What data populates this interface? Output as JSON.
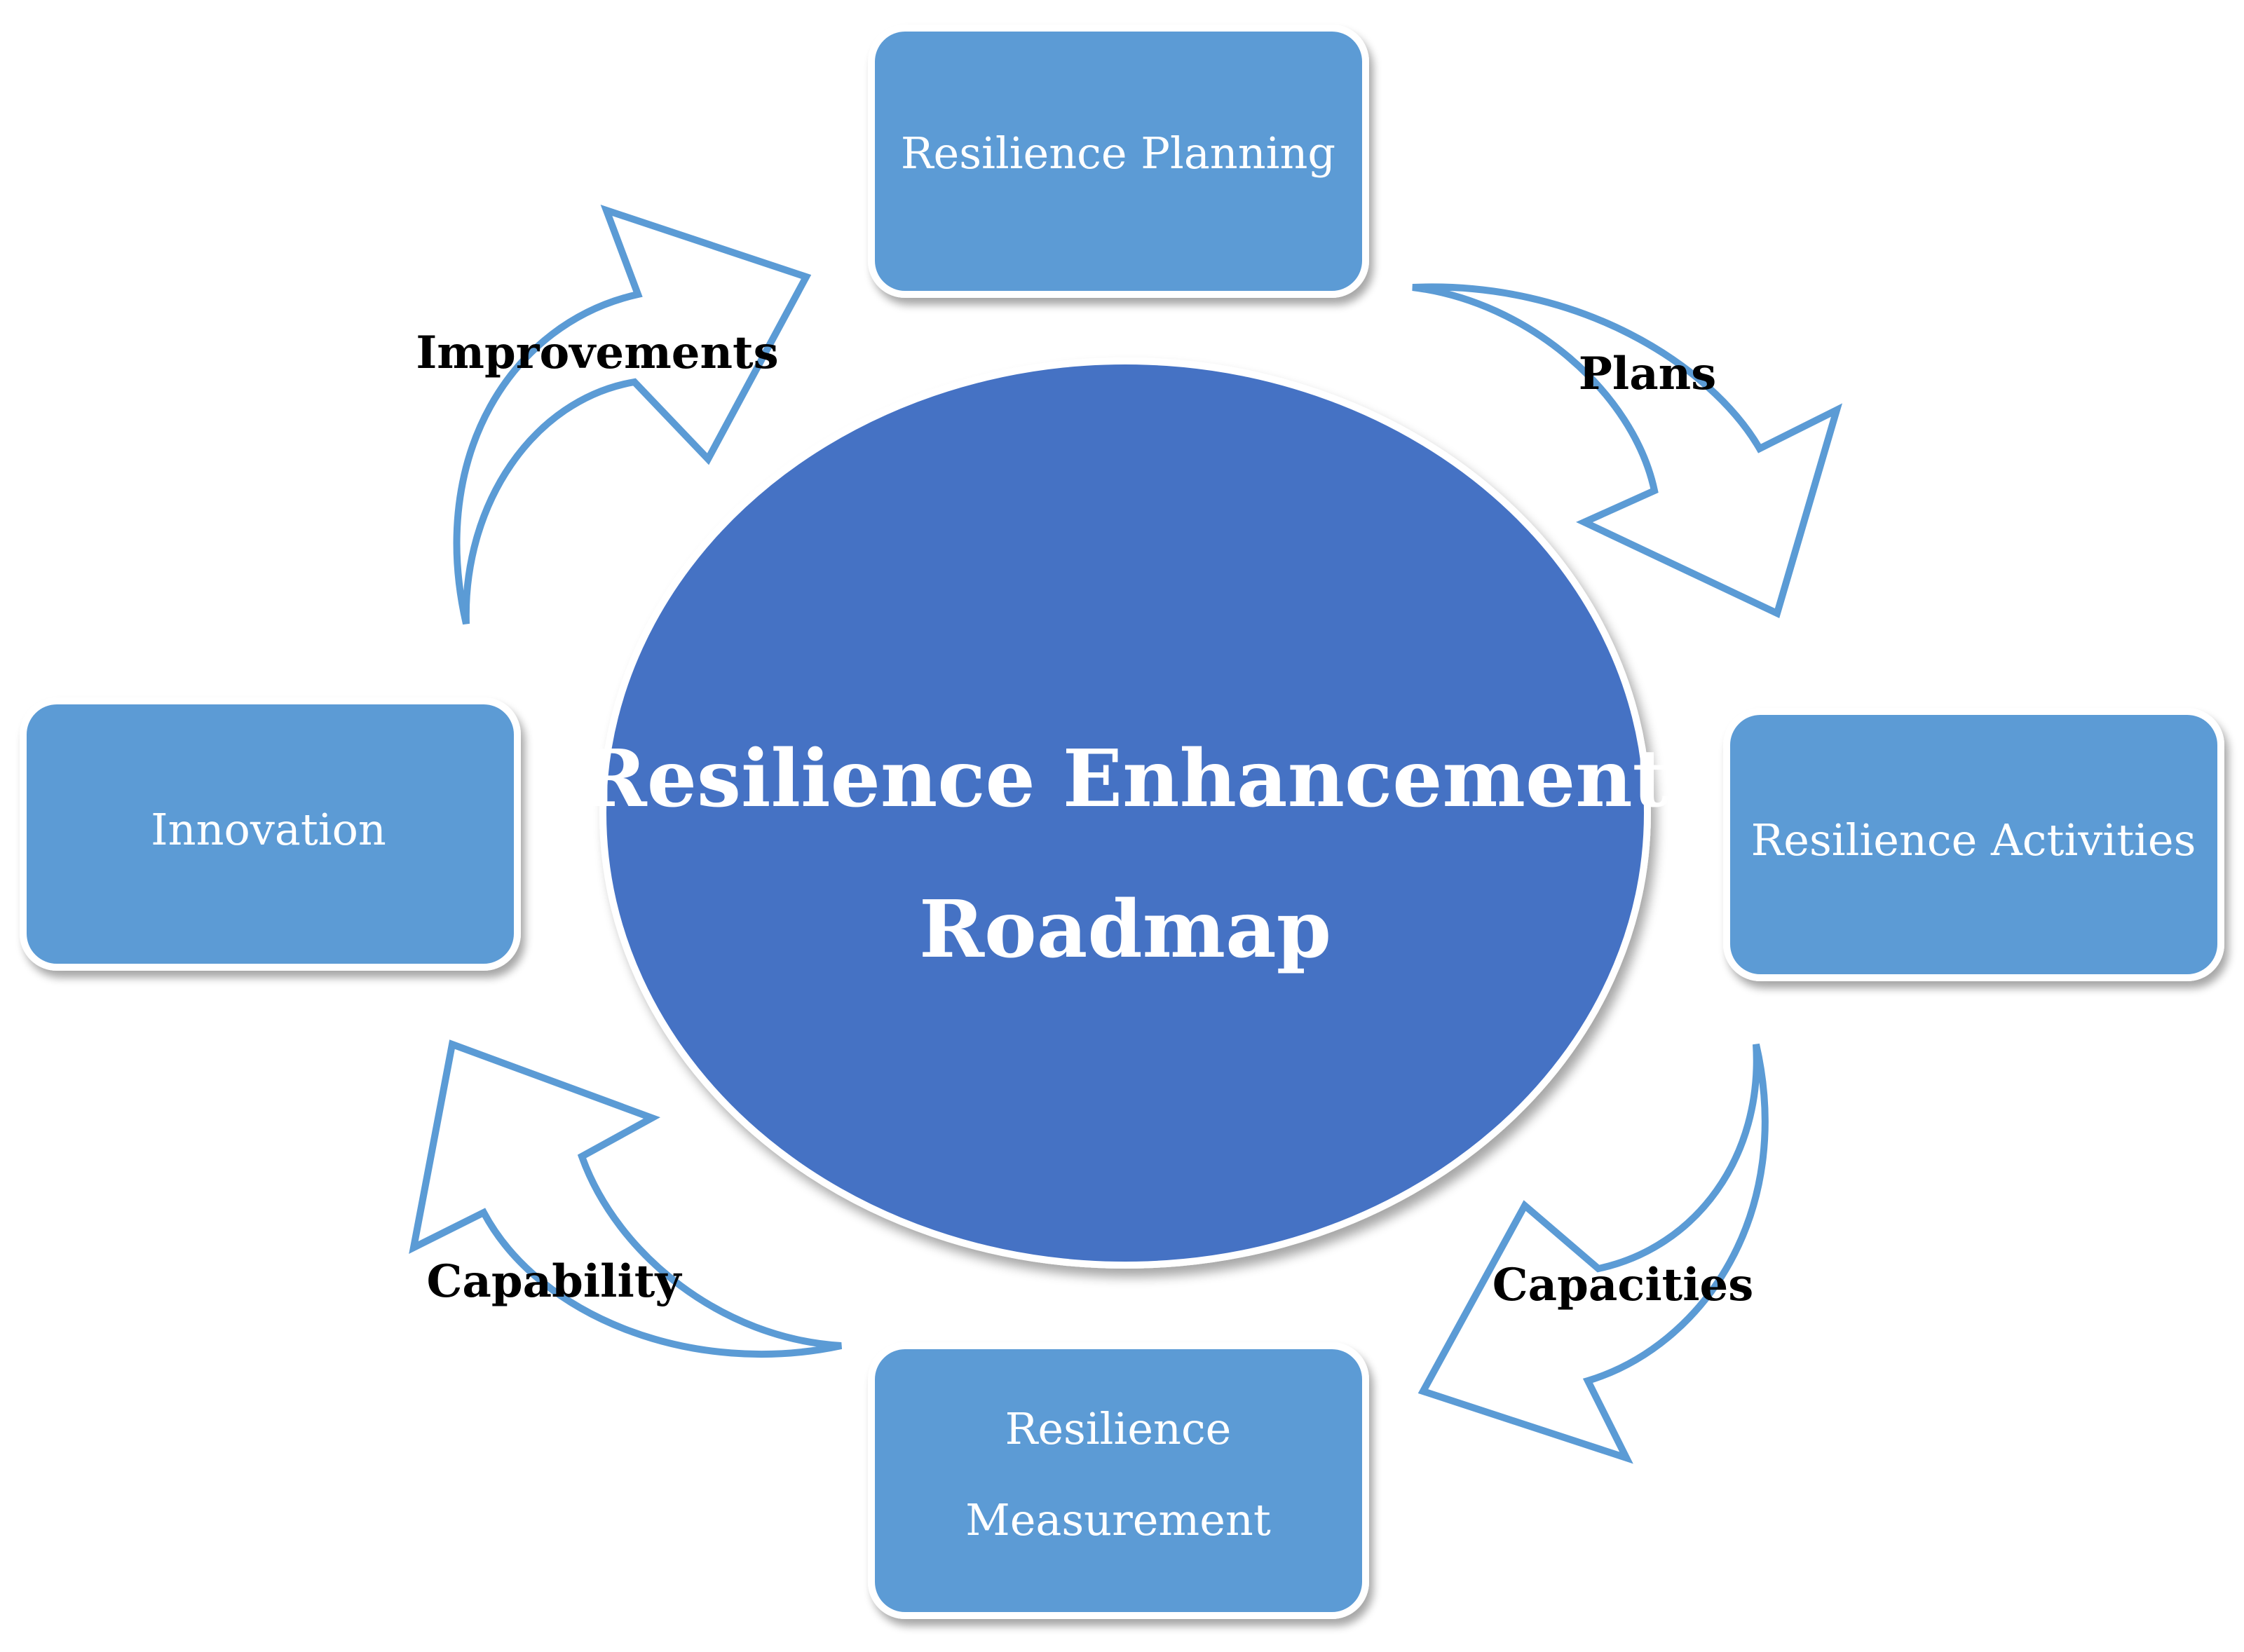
{
  "center": {
    "line1": "Resilience Enhancement",
    "line2": "Roadmap"
  },
  "boxes": {
    "planning": "Resilience Planning",
    "activities": "Resilience Activities",
    "measurement_line1": "Resilience",
    "measurement_line2": "Measurement",
    "innovation": "Innovation"
  },
  "arrows": {
    "plans": "Plans",
    "capacities": "Capacities",
    "capability": "Capability",
    "improvements": "Improvements"
  },
  "colors": {
    "center_fill": "#4472C4",
    "box_fill": "#5B9BD5",
    "arrow_stroke": "#5B9BD5",
    "arrow_fill": "#ffffff"
  }
}
